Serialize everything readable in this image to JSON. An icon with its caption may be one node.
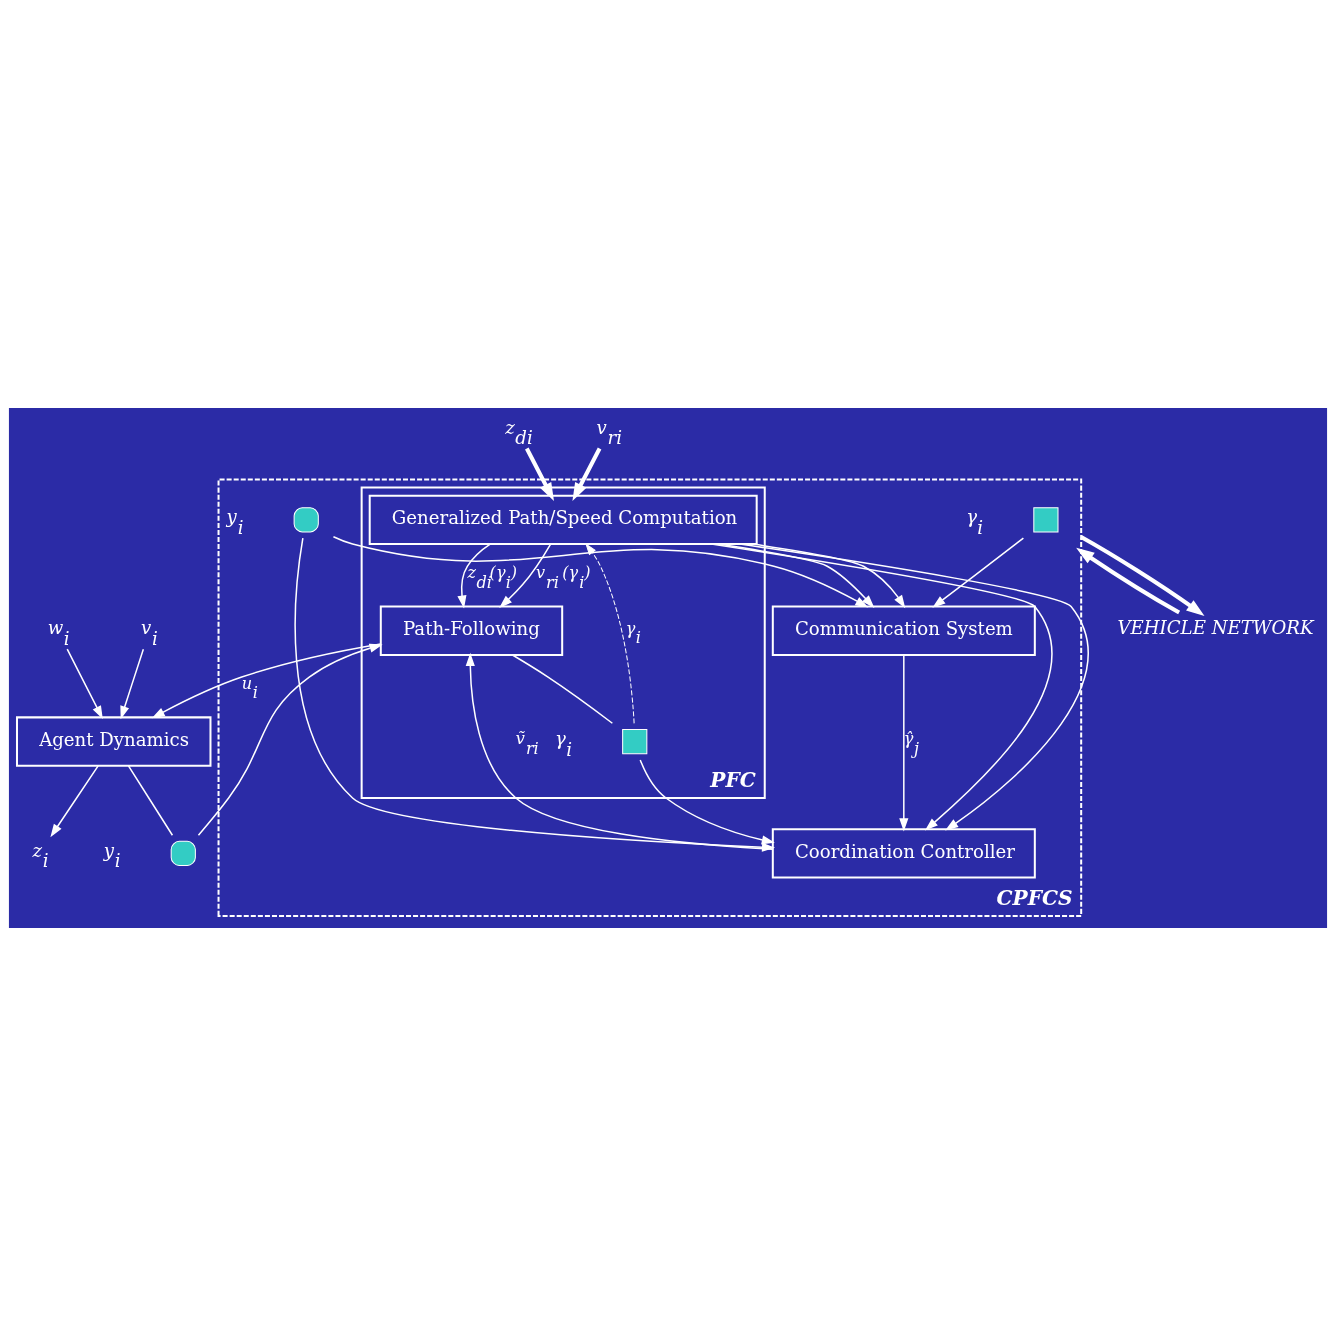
{
  "diagram": {
    "nodes": [
      {
        "text": [
          "CPFCS"
        ]
      },
      {
        "text": [
          "PFC"
        ],
        "in": 0
      },
      {
        "text": [
          "Agent Dynamics"
        ]
      },
      {
        "text": [
          "Generalized Path/Speed Computation"
        ],
        "in": 1
      },
      {
        "text": [
          "Path-Following"
        ],
        "in": 1
      },
      {
        "text": [],
        "shape": "circle"
      },
      {
        "text": [],
        "shape": "box",
        "in": 1
      },
      {
        "text": [
          "Coordination Controller"
        ],
        "in": 0
      },
      {
        "text": [
          "Communication System"
        ],
        "in": 0
      },
      {
        "text": [],
        "shape": "circle",
        "in": 0
      },
      {
        "text": [],
        "shape": "box",
        "in": 0
      },
      {
        "text": [
          "w$_{i}$"
        ]
      },
      {
        "text": [
          "v$_{i}$"
        ]
      },
      {
        "text": [
          "z$_{i}$"
        ]
      },
      {
        "text": [
          "z$_{di}$"
        ]
      },
      {
        "text": [
          "v$_{ri}$"
        ]
      },
      {
        "text": [
          "VEHICLE NETWORK"
        ]
      }
    ],
    "edges": [
      {
        "from": 11,
        "to": 2,
        "arrow": "to"
      },
      {
        "from": 12,
        "to": 2,
        "arrow": "to"
      },
      {
        "from": 2,
        "to": 13,
        "arrow": "to"
      },
      {
        "from": 2,
        "to": 5,
        "arrow": "none"
      },
      {
        "from": 5,
        "to": 4,
        "arrow": "to"
      },
      {
        "from": 3,
        "to": 4,
        "arrow": "to",
        "label": "z$_{di}$(γ$_{i}$)"
      },
      {
        "from": 3,
        "to": 4,
        "arrow": "to",
        "label": "v$_{ri}$ (γ$_{i}$)"
      },
      {
        "from": 4,
        "to": 2,
        "arrow": "to",
        "label": "u$_{i}$"
      },
      {
        "from": 4,
        "to": 6,
        "arrow": "none"
      },
      {
        "from": 6,
        "to": 7,
        "arrow": "to"
      },
      {
        "from": 6,
        "to": 3,
        "arrow": "to",
        "style": "dashed",
        "label": "γ$_{i}$"
      },
      {
        "from": 14,
        "to": 3,
        "arrow": "to",
        "style": "thick"
      },
      {
        "from": 15,
        "to": 3,
        "arrow": "to",
        "style": "thick"
      },
      {
        "from": 7,
        "to": 4,
        "arrow": "to",
        "label": "ṽ$_{ri}$"
      },
      {
        "from": 9,
        "to": 7,
        "arrow": "to"
      },
      {
        "from": 9,
        "to": 8,
        "arrow": "to"
      },
      {
        "from": 3,
        "to": 7,
        "arrow": "to"
      },
      {
        "from": 3,
        "to": 7,
        "arrow": "to"
      },
      {
        "from": 3,
        "to": 8,
        "arrow": "to"
      },
      {
        "from": 3,
        "to": 8,
        "arrow": "to"
      },
      {
        "from": 8,
        "to": 7,
        "arrow": "to",
        "label": "γ̂$_{j}$"
      },
      {
        "from": 10,
        "to": 8,
        "arrow": "to"
      },
      {
        "from": 16,
        "to": 0,
        "arrow": "to",
        "style": "thick"
      },
      {
        "from": 0,
        "to": 16,
        "arrow": "to",
        "style": "thick"
      }
    ],
    "labels": [
      "y$_{i}$",
      "γ$_{i}$",
      "y$_{i}$",
      "γ$_{i}$"
    ]
  }
}
